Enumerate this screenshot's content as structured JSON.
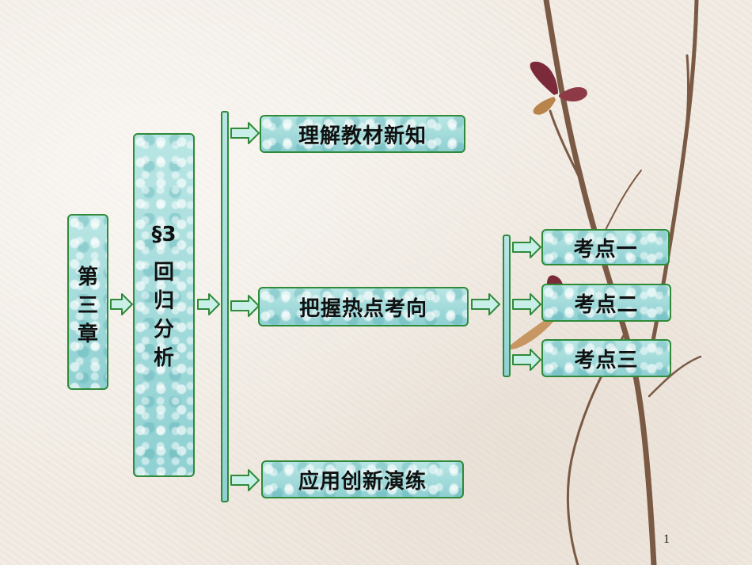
{
  "chapter": {
    "chars": [
      "第",
      "三",
      "章"
    ]
  },
  "section": {
    "number": "§3",
    "title_chars": [
      "回",
      "归",
      "分",
      "析"
    ]
  },
  "sections": [
    {
      "label": "理解教材新知"
    },
    {
      "label": "把握热点考向"
    },
    {
      "label": "应用创新演练"
    }
  ],
  "topics": [
    {
      "label": "考点一"
    },
    {
      "label": "考点二"
    },
    {
      "label": "考点三"
    }
  ],
  "page_number": "1",
  "colors": {
    "border": "#2f8a3a",
    "fill": "#a9dcdc",
    "arrow_fill": "#c9efe9"
  }
}
